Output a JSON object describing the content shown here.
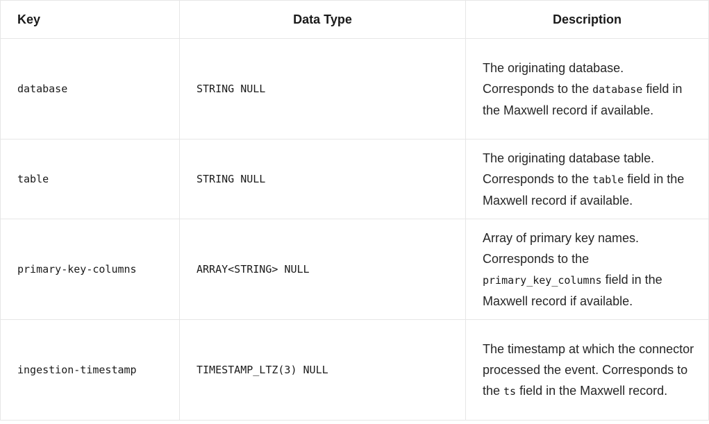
{
  "table": {
    "headers": [
      "Key",
      "Data Type",
      "Description"
    ],
    "rows": [
      {
        "key": "database",
        "type": "STRING NULL",
        "desc_pre": "The originating database. Corresponds to the ",
        "desc_code": "database",
        "desc_post": " field in the Maxwell record if available."
      },
      {
        "key": "table",
        "type": "STRING NULL",
        "desc_pre": "The originating database table. Corresponds to the ",
        "desc_code": "table",
        "desc_post": " field in the Maxwell record if available."
      },
      {
        "key": "primary-key-columns",
        "type": "ARRAY<STRING> NULL",
        "desc_pre": "Array of primary key names. Corresponds to the ",
        "desc_code": "primary_key_columns",
        "desc_post": " field in the Maxwell record if available."
      },
      {
        "key": "ingestion-timestamp",
        "type": "TIMESTAMP_LTZ(3) NULL",
        "desc_pre": "The timestamp at which the connector processed the event. Corresponds to the ",
        "desc_code": "ts",
        "desc_post": " field in the Maxwell record."
      }
    ]
  }
}
